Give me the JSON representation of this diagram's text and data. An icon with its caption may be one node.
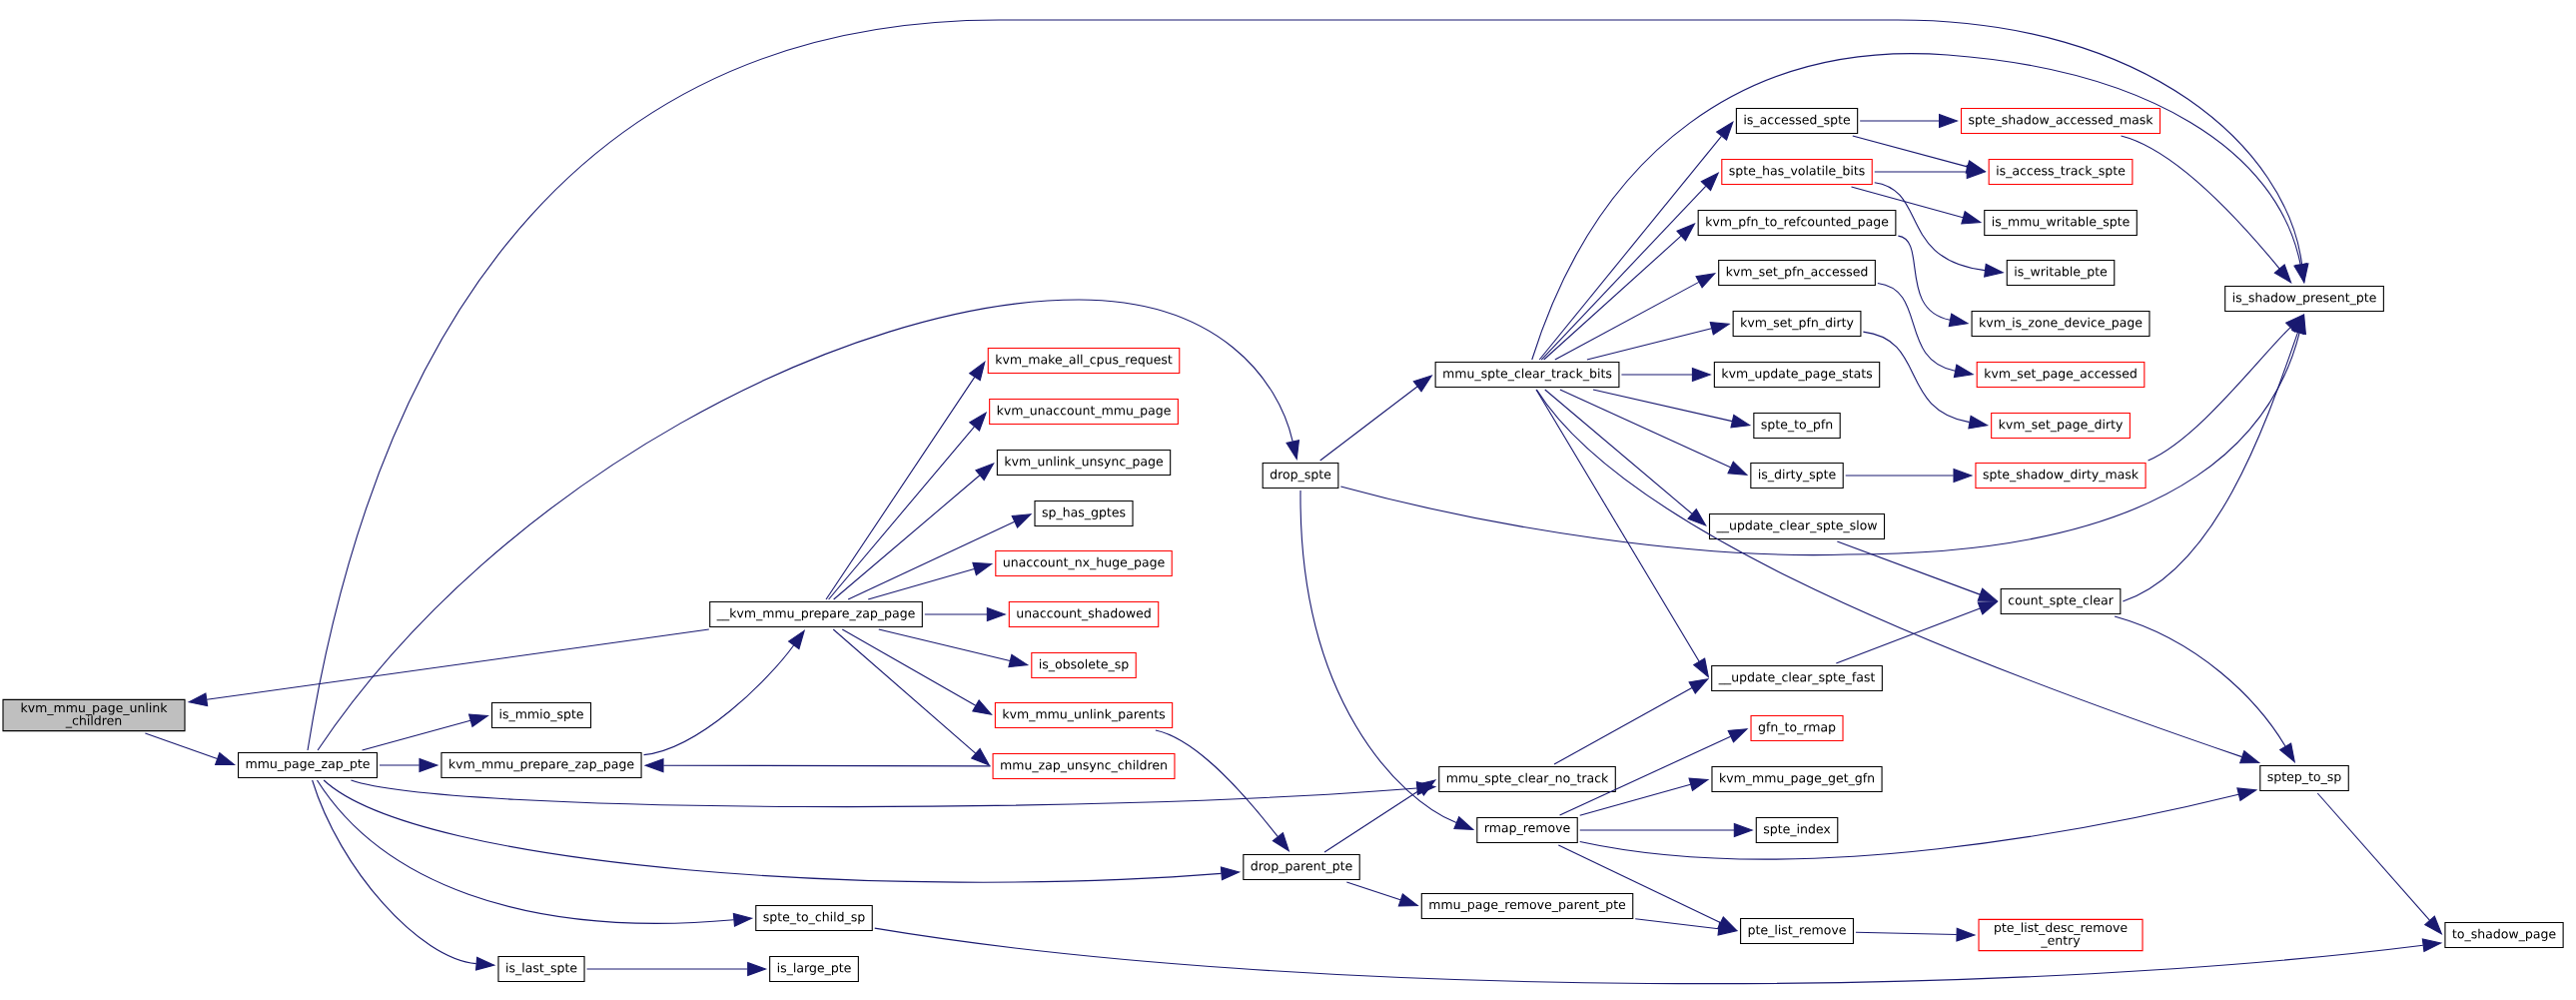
{
  "diagram": {
    "nodes": [
      {
        "text": [
          "kvm_mmu_page_unlink _children"
        ]
      },
      {
        "text": [
          "mmu_page_zap_pte"
        ]
      },
      {
        "text": [
          "is_mmio_spte"
        ]
      },
      {
        "text": [
          "kvm_mmu_prepare_zap_page"
        ]
      },
      {
        "text": [
          "__kvm_mmu_prepare_zap_page"
        ]
      },
      {
        "text": [
          "kvm_make_all_cpus_request"
        ]
      },
      {
        "text": [
          "kvm_unaccount_mmu_page"
        ]
      },
      {
        "text": [
          "kvm_unlink_unsync_page"
        ]
      },
      {
        "text": [
          "sp_has_gptes"
        ]
      },
      {
        "text": [
          "unaccount_nx_huge_page"
        ]
      },
      {
        "text": [
          "unaccount_shadowed"
        ]
      },
      {
        "text": [
          "is_obsolete_sp"
        ]
      },
      {
        "text": [
          "kvm_mmu_unlink_parents"
        ]
      },
      {
        "text": [
          "mmu_zap_unsync_children"
        ]
      },
      {
        "text": [
          "spte_to_child_sp"
        ]
      },
      {
        "text": [
          "is_last_spte"
        ]
      },
      {
        "text": [
          "is_large_pte"
        ]
      },
      {
        "text": [
          "drop_spte"
        ]
      },
      {
        "text": [
          "drop_parent_pte"
        ]
      },
      {
        "text": [
          "mmu_spte_clear_track_bits"
        ]
      },
      {
        "text": [
          "mmu_spte_clear_no_track"
        ]
      },
      {
        "text": [
          "rmap_remove"
        ]
      },
      {
        "text": [
          "mmu_page_remove_parent_pte"
        ]
      },
      {
        "text": [
          "is_accessed_spte"
        ]
      },
      {
        "text": [
          "spte_has_volatile_bits"
        ]
      },
      {
        "text": [
          "kvm_pfn_to_refcounted_page"
        ]
      },
      {
        "text": [
          "kvm_set_pfn_accessed"
        ]
      },
      {
        "text": [
          "kvm_set_pfn_dirty"
        ]
      },
      {
        "text": [
          "kvm_update_page_stats"
        ]
      },
      {
        "text": [
          "spte_to_pfn"
        ]
      },
      {
        "text": [
          "is_dirty_spte"
        ]
      },
      {
        "text": [
          "__update_clear_spte_slow"
        ]
      },
      {
        "text": [
          "__update_clear_spte_fast"
        ]
      },
      {
        "text": [
          "gfn_to_rmap"
        ]
      },
      {
        "text": [
          "kvm_mmu_page_get_gfn"
        ]
      },
      {
        "text": [
          "spte_index"
        ]
      },
      {
        "text": [
          "pte_list_remove"
        ]
      },
      {
        "text": [
          "spte_shadow_accessed_mask"
        ]
      },
      {
        "text": [
          "is_access_track_spte"
        ]
      },
      {
        "text": [
          "is_mmu_writable_spte"
        ]
      },
      {
        "text": [
          "is_writable_pte"
        ]
      },
      {
        "text": [
          "kvm_is_zone_device_page"
        ]
      },
      {
        "text": [
          "kvm_set_page_accessed"
        ]
      },
      {
        "text": [
          "kvm_set_page_dirty"
        ]
      },
      {
        "text": [
          "spte_shadow_dirty_mask"
        ]
      },
      {
        "text": [
          "count_spte_clear"
        ]
      },
      {
        "text": [
          "pte_list_desc_remove _entry"
        ]
      },
      {
        "text": [
          "is_shadow_present_pte"
        ]
      },
      {
        "text": [
          "sptep_to_sp"
        ]
      },
      {
        "text": [
          "to_shadow_page"
        ]
      }
    ],
    "edges": [
      {
        "from": 4,
        "to": 0,
        "arrow": "to"
      },
      {
        "from": 0,
        "to": 1,
        "arrow": "to"
      },
      {
        "from": 1,
        "to": 47,
        "arrow": "to"
      },
      {
        "from": 1,
        "to": 17,
        "arrow": "to"
      },
      {
        "from": 1,
        "to": 2,
        "arrow": "to"
      },
      {
        "from": 1,
        "to": 3,
        "arrow": "to"
      },
      {
        "from": 1,
        "to": 20,
        "arrow": "to"
      },
      {
        "from": 1,
        "to": 18,
        "arrow": "to"
      },
      {
        "from": 1,
        "to": 14,
        "arrow": "to"
      },
      {
        "from": 1,
        "to": 15,
        "arrow": "to"
      },
      {
        "from": 15,
        "to": 16,
        "arrow": "to"
      },
      {
        "from": 3,
        "to": 4,
        "arrow": "to"
      },
      {
        "from": 4,
        "to": 5,
        "arrow": "to"
      },
      {
        "from": 4,
        "to": 6,
        "arrow": "to"
      },
      {
        "from": 4,
        "to": 7,
        "arrow": "to"
      },
      {
        "from": 4,
        "to": 8,
        "arrow": "to"
      },
      {
        "from": 4,
        "to": 9,
        "arrow": "to"
      },
      {
        "from": 4,
        "to": 10,
        "arrow": "to"
      },
      {
        "from": 4,
        "to": 11,
        "arrow": "to"
      },
      {
        "from": 4,
        "to": 12,
        "arrow": "to"
      },
      {
        "from": 4,
        "to": 13,
        "arrow": "to"
      },
      {
        "from": 13,
        "to": 3,
        "arrow": "to"
      },
      {
        "from": 12,
        "to": 18,
        "arrow": "to"
      },
      {
        "from": 17,
        "to": 19,
        "arrow": "to"
      },
      {
        "from": 17,
        "to": 47,
        "arrow": "to"
      },
      {
        "from": 17,
        "to": 21,
        "arrow": "to"
      },
      {
        "from": 18,
        "to": 20,
        "arrow": "to"
      },
      {
        "from": 18,
        "to": 22,
        "arrow": "to"
      },
      {
        "from": 19,
        "to": 47,
        "arrow": "to"
      },
      {
        "from": 19,
        "to": 23,
        "arrow": "to"
      },
      {
        "from": 19,
        "to": 24,
        "arrow": "to"
      },
      {
        "from": 19,
        "to": 25,
        "arrow": "to"
      },
      {
        "from": 19,
        "to": 26,
        "arrow": "to"
      },
      {
        "from": 19,
        "to": 27,
        "arrow": "to"
      },
      {
        "from": 19,
        "to": 28,
        "arrow": "to"
      },
      {
        "from": 19,
        "to": 29,
        "arrow": "to"
      },
      {
        "from": 19,
        "to": 30,
        "arrow": "to"
      },
      {
        "from": 19,
        "to": 31,
        "arrow": "to"
      },
      {
        "from": 19,
        "to": 32,
        "arrow": "to"
      },
      {
        "from": 19,
        "to": 48,
        "arrow": "to"
      },
      {
        "from": 20,
        "to": 32,
        "arrow": "to"
      },
      {
        "from": 21,
        "to": 33,
        "arrow": "to"
      },
      {
        "from": 21,
        "to": 34,
        "arrow": "to"
      },
      {
        "from": 21,
        "to": 35,
        "arrow": "to"
      },
      {
        "from": 21,
        "to": 48,
        "arrow": "to"
      },
      {
        "from": 21,
        "to": 36,
        "arrow": "to"
      },
      {
        "from": 22,
        "to": 36,
        "arrow": "to"
      },
      {
        "from": 36,
        "to": 46,
        "arrow": "to"
      },
      {
        "from": 23,
        "to": 37,
        "arrow": "to"
      },
      {
        "from": 23,
        "to": 38,
        "arrow": "to"
      },
      {
        "from": 24,
        "to": 38,
        "arrow": "to"
      },
      {
        "from": 24,
        "to": 39,
        "arrow": "to"
      },
      {
        "from": 24,
        "to": 40,
        "arrow": "to"
      },
      {
        "from": 25,
        "to": 41,
        "arrow": "to"
      },
      {
        "from": 26,
        "to": 42,
        "arrow": "to"
      },
      {
        "from": 27,
        "to": 43,
        "arrow": "to"
      },
      {
        "from": 30,
        "to": 44,
        "arrow": "to"
      },
      {
        "from": 37,
        "to": 47,
        "arrow": "to"
      },
      {
        "from": 44,
        "to": 47,
        "arrow": "to"
      },
      {
        "from": 31,
        "to": 45,
        "arrow": "to"
      },
      {
        "from": 32,
        "to": 45,
        "arrow": "to"
      },
      {
        "from": 45,
        "to": 47,
        "arrow": "to"
      },
      {
        "from": 45,
        "to": 48,
        "arrow": "to"
      },
      {
        "from": 48,
        "to": 49,
        "arrow": "to"
      },
      {
        "from": 14,
        "to": 49,
        "arrow": "to"
      }
    ]
  }
}
